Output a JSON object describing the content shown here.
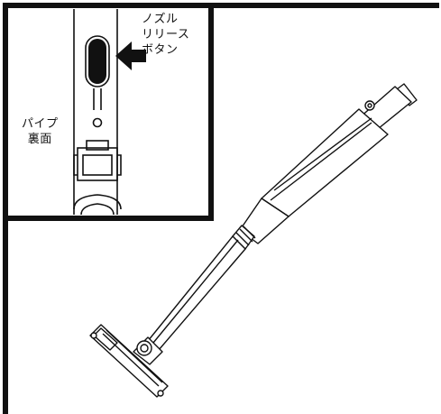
{
  "labels": {
    "nozzle_release_line1": "ノズル",
    "nozzle_release_line2": "リリース",
    "nozzle_release_line3": "ボタン",
    "pipe_back_line1": "パイプ",
    "pipe_back_line2": "裏面"
  },
  "icons": [
    "arrow-icon",
    "release-button-icon",
    "vacuum-cleaner-icon"
  ],
  "colors": {
    "line": "#111111",
    "background": "#ffffff"
  }
}
